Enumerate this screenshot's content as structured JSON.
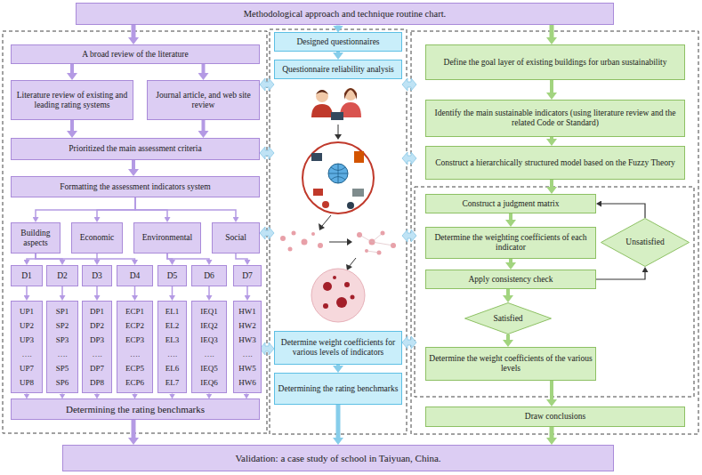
{
  "diagram": {
    "nodes": [
      {
        "text": [
          "Methodological approach and technique routine chart."
        ]
      },
      {
        "text": [
          "A broad review of the literature"
        ]
      },
      {
        "text": [
          "Literature review of existing and leading rating systems"
        ]
      },
      {
        "text": [
          "Journal article, and web site review"
        ]
      },
      {
        "text": [
          "Prioritized the main assessment criteria"
        ]
      },
      {
        "text": [
          "Formatting the assessment indicators system"
        ]
      },
      {
        "text": [
          "Building aspects"
        ]
      },
      {
        "text": [
          "Economic"
        ]
      },
      {
        "text": [
          "Environmental"
        ]
      },
      {
        "text": [
          "Social"
        ]
      },
      {
        "text": [
          "D1"
        ]
      },
      {
        "text": [
          "D2"
        ]
      },
      {
        "text": [
          "D3"
        ]
      },
      {
        "text": [
          "D4"
        ]
      },
      {
        "text": [
          "D5"
        ]
      },
      {
        "text": [
          "D6"
        ]
      },
      {
        "text": [
          "D7"
        ]
      },
      {
        "text": [
          "UP1",
          "UP2",
          "UP3",
          "….",
          "UP7",
          "UP8"
        ]
      },
      {
        "text": [
          "SP1",
          "SP2",
          "SP3",
          "….",
          "SP5",
          "SP6"
        ]
      },
      {
        "text": [
          "DP1",
          "DP2",
          "DP3",
          "….",
          "DP7",
          "DP8"
        ]
      },
      {
        "text": [
          "ECP1",
          "ECP2",
          "ECP3",
          "….",
          "ECP5",
          "ECP6"
        ]
      },
      {
        "text": [
          "EL1",
          "EL2",
          "EL3",
          "….",
          "EL6",
          "EL7"
        ]
      },
      {
        "text": [
          "IEQ1",
          "IEQ2",
          "IEQ3",
          "….",
          "IEQ5",
          "IEQ6"
        ]
      },
      {
        "text": [
          "HW1",
          "HW2",
          "HW3",
          "….",
          "HW5",
          "HW6"
        ]
      },
      {
        "text": [
          "Determining the rating benchmarks"
        ]
      },
      {
        "text": [
          "Designed questionnaires"
        ]
      },
      {
        "text": [
          "Questionnaire reliability analysis"
        ]
      },
      {
        "text": [
          "Determine weight coefficients for various levels of indicators"
        ]
      },
      {
        "text": [
          "Determining the rating benchmarks"
        ]
      },
      {
        "text": [
          "Define the goal layer of existing buildings for urban sustainability"
        ]
      },
      {
        "text": [
          "Identify the main sustainable indicators (using literature review and the related Code or Standard)"
        ]
      },
      {
        "text": [
          "Construct a hierarchically structured model based on the Fuzzy Theory"
        ]
      },
      {
        "text": [
          "Construct a judgment matrix"
        ]
      },
      {
        "text": [
          "Determine the weighting coefficients of each indicator"
        ]
      },
      {
        "text": [
          "Apply consistency check"
        ]
      },
      {
        "text": [
          "Unsatisfied"
        ]
      },
      {
        "text": [
          "Satisfied"
        ]
      },
      {
        "text": [
          "Determine the weight coefficients of the various levels"
        ]
      },
      {
        "text": [
          "Draw conclusions"
        ]
      },
      {
        "text": [
          "Validation: a case study of school in Taiyuan, China."
        ]
      }
    ],
    "edges": [
      {
        "from": 0,
        "to": 1,
        "arrow": "to"
      },
      {
        "from": 0,
        "to": 25,
        "arrow": "to"
      },
      {
        "from": 0,
        "to": 29,
        "arrow": "to"
      },
      {
        "from": 1,
        "to": 2,
        "arrow": "to"
      },
      {
        "from": 1,
        "to": 3,
        "arrow": "to"
      },
      {
        "from": 2,
        "to": 4,
        "arrow": "to"
      },
      {
        "from": 3,
        "to": 4,
        "arrow": "to"
      },
      {
        "from": 4,
        "to": 5,
        "arrow": "to"
      },
      {
        "from": 5,
        "to": 6,
        "arrow": "to"
      },
      {
        "from": 5,
        "to": 7,
        "arrow": "to"
      },
      {
        "from": 5,
        "to": 8,
        "arrow": "to"
      },
      {
        "from": 5,
        "to": 9,
        "arrow": "to"
      },
      {
        "from": 6,
        "to": 10,
        "arrow": "to"
      },
      {
        "from": 6,
        "to": 11,
        "arrow": "to"
      },
      {
        "from": 6,
        "to": 12,
        "arrow": "to"
      },
      {
        "from": 7,
        "to": 13,
        "arrow": "to"
      },
      {
        "from": 8,
        "to": 14,
        "arrow": "to"
      },
      {
        "from": 8,
        "to": 15,
        "arrow": "to"
      },
      {
        "from": 9,
        "to": 16,
        "arrow": "to"
      },
      {
        "from": 10,
        "to": 17,
        "arrow": "to"
      },
      {
        "from": 11,
        "to": 18,
        "arrow": "to"
      },
      {
        "from": 12,
        "to": 19,
        "arrow": "to"
      },
      {
        "from": 13,
        "to": 20,
        "arrow": "to"
      },
      {
        "from": 14,
        "to": 21,
        "arrow": "to"
      },
      {
        "from": 15,
        "to": 22,
        "arrow": "to"
      },
      {
        "from": 16,
        "to": 23,
        "arrow": "to"
      },
      {
        "from": 17,
        "to": 24,
        "arrow": "to"
      },
      {
        "from": 18,
        "to": 24,
        "arrow": "to"
      },
      {
        "from": 19,
        "to": 24,
        "arrow": "to"
      },
      {
        "from": 20,
        "to": 24,
        "arrow": "to"
      },
      {
        "from": 21,
        "to": 24,
        "arrow": "to"
      },
      {
        "from": 22,
        "to": 24,
        "arrow": "to"
      },
      {
        "from": 23,
        "to": 24,
        "arrow": "to"
      },
      {
        "from": 24,
        "to": 39,
        "arrow": "to"
      },
      {
        "from": 25,
        "to": 26,
        "arrow": "to"
      },
      {
        "from": 27,
        "to": 28,
        "arrow": "to"
      },
      {
        "from": 28,
        "to": 39,
        "arrow": "to"
      },
      {
        "from": 29,
        "to": 30,
        "arrow": "to"
      },
      {
        "from": 30,
        "to": 31,
        "arrow": "to"
      },
      {
        "from": 31,
        "to": 32,
        "arrow": "to"
      },
      {
        "from": 32,
        "to": 33,
        "arrow": "to"
      },
      {
        "from": 33,
        "to": 34,
        "arrow": "to"
      },
      {
        "from": 34,
        "to": 36,
        "arrow": "to"
      },
      {
        "from": 36,
        "to": 37,
        "arrow": "to"
      },
      {
        "from": 34,
        "to": 35,
        "arrow": "to"
      },
      {
        "from": 35,
        "to": 32,
        "arrow": "to"
      },
      {
        "from": 37,
        "to": 38,
        "arrow": "to"
      },
      {
        "from": 38,
        "to": 39,
        "arrow": "to"
      }
    ]
  }
}
